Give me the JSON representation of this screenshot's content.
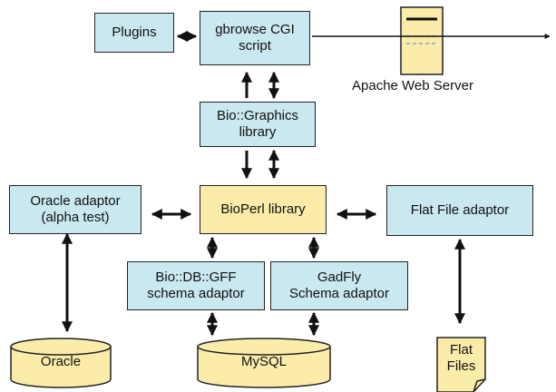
{
  "nodes": {
    "plugins": {
      "lines": [
        "Plugins"
      ]
    },
    "gbrowse": {
      "lines": [
        "gbrowse CGI",
        "script"
      ]
    },
    "apache": {
      "label": "Apache Web Server"
    },
    "graphics": {
      "lines": [
        "Bio::Graphics",
        "library"
      ]
    },
    "oracle_adaptor": {
      "lines": [
        "Oracle adaptor",
        "(alpha test)"
      ]
    },
    "bioperl": {
      "lines": [
        "BioPerl library"
      ]
    },
    "flatfile_adaptor": {
      "lines": [
        "Flat File adaptor"
      ]
    },
    "biodb_gff": {
      "lines": [
        "Bio::DB::GFF",
        "schema adaptor"
      ]
    },
    "gadfly": {
      "lines": [
        "GadFly",
        "Schema adaptor"
      ]
    },
    "oracle_db": {
      "lines": [
        "Oracle"
      ]
    },
    "mysql_db": {
      "lines": [
        "MySQL"
      ]
    },
    "flat_files": {
      "lines": [
        "Flat",
        "Files"
      ]
    }
  },
  "colors": {
    "component_fill": "#c9e8ef",
    "library_fill": "#fbecaa",
    "stroke": "#222222"
  },
  "icons": {
    "server": "apache-server-icon",
    "database": "database-cylinder-icon",
    "document": "document-icon"
  }
}
